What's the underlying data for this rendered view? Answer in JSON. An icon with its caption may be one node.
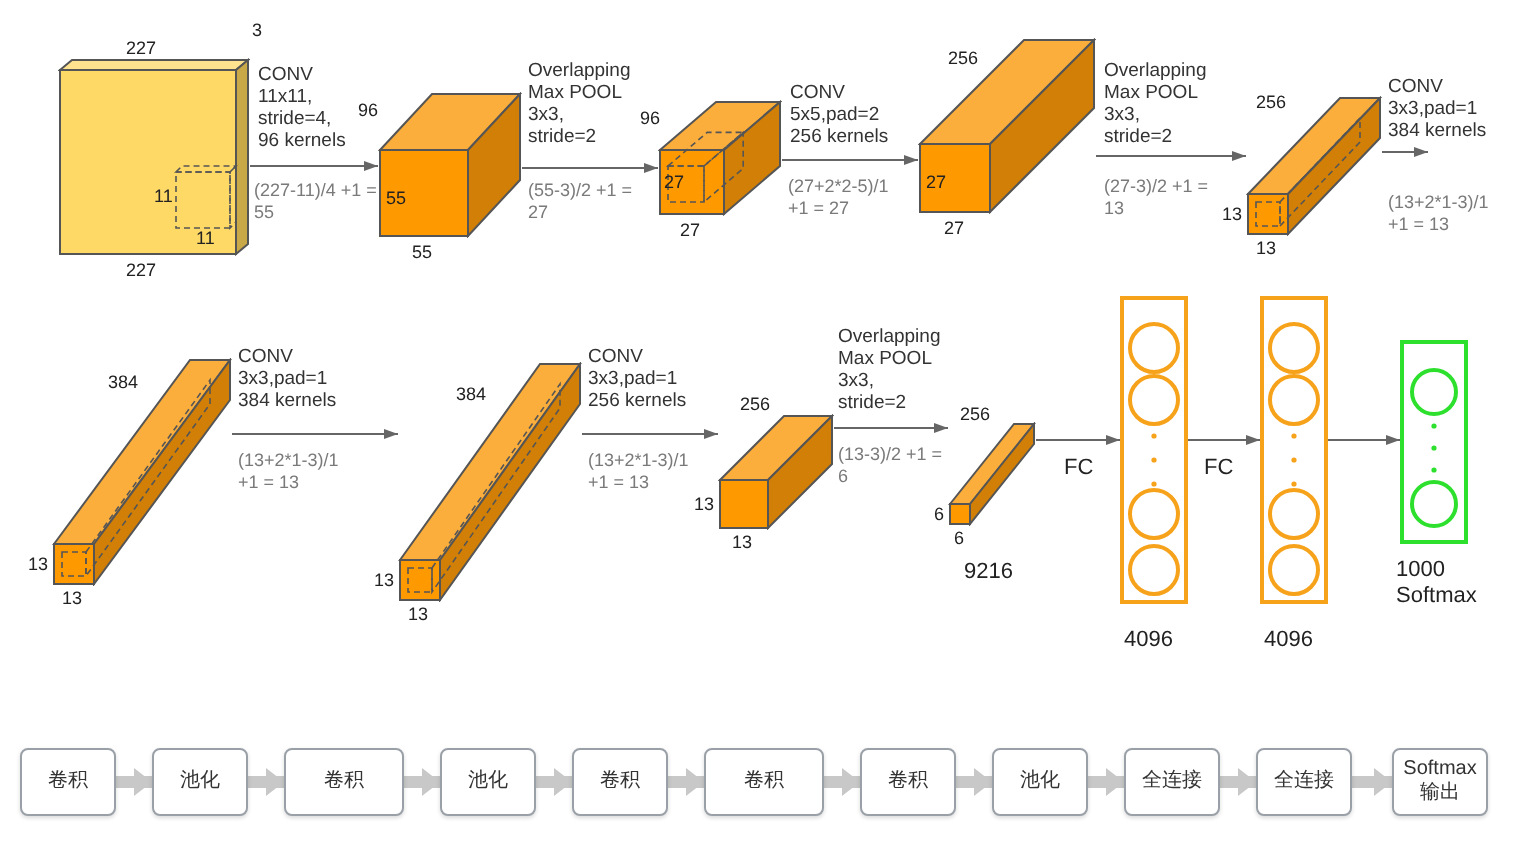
{
  "diagram": {
    "nodes": [
      {
        "text": [
          "11",
          "11"
        ],
        "beside": [
          "227",
          "3",
          "227"
        ]
      },
      {
        "text": [
          "55"
        ],
        "beside": [
          "96",
          "55"
        ]
      },
      {
        "text": [
          "27"
        ],
        "beside": [
          "96",
          "27"
        ]
      },
      {
        "text": [
          "27"
        ],
        "beside": [
          "256",
          "27"
        ]
      },
      {
        "text": [],
        "shape": "box",
        "beside": [
          "256",
          "13",
          "13"
        ]
      },
      {
        "text": [],
        "shape": "box",
        "beside": [
          "384",
          "13",
          "13"
        ]
      },
      {
        "text": [],
        "shape": "box",
        "beside": [
          "384",
          "13",
          "13"
        ]
      },
      {
        "text": [],
        "shape": "box",
        "beside": [
          "256",
          "13",
          "13"
        ]
      },
      {
        "text": [],
        "shape": "box",
        "beside": [
          "256",
          "6",
          "6",
          "9216"
        ]
      },
      {
        "text": [],
        "shape": "box",
        "beside": [
          "4096"
        ]
      },
      {
        "text": [],
        "shape": "box",
        "beside": [
          "4096"
        ]
      },
      {
        "text": [],
        "shape": "box",
        "beside": [
          "1000 Softmax"
        ]
      },
      {
        "text": [
          "卷积"
        ]
      },
      {
        "text": [
          "池化"
        ]
      },
      {
        "text": [
          "卷积"
        ]
      },
      {
        "text": [
          "池化"
        ]
      },
      {
        "text": [
          "卷积"
        ]
      },
      {
        "text": [
          "卷积"
        ]
      },
      {
        "text": [
          "卷积"
        ]
      },
      {
        "text": [
          "池化"
        ]
      },
      {
        "text": [
          "全连接"
        ]
      },
      {
        "text": [
          "全连接"
        ]
      },
      {
        "text": [
          "Softmax 输出"
        ]
      }
    ],
    "edges": [
      {
        "from": 0,
        "to": 1,
        "arrow": "to",
        "label": "CONV 11x11, stride=4, 96 kernels"
      },
      {
        "from": 1,
        "to": 2,
        "arrow": "to",
        "label": "Overlapping Max POOL 3x3, stride=2"
      },
      {
        "from": 2,
        "to": 3,
        "arrow": "to",
        "label": "CONV 5x5,pad=2 256 kernels"
      },
      {
        "from": 3,
        "to": 4,
        "arrow": "to",
        "label": "Overlapping Max POOL 3x3, stride=2"
      },
      {
        "from": 4,
        "to": null,
        "arrow": "to",
        "label": "CONV 3x3,pad=1 384 kernels"
      },
      {
        "from": 5,
        "to": 6,
        "arrow": "to",
        "label": "CONV 3x3,pad=1 384 kernels"
      },
      {
        "from": 6,
        "to": 7,
        "arrow": "to",
        "label": "CONV 3x3,pad=1 256 kernels"
      },
      {
        "from": 7,
        "to": 8,
        "arrow": "to",
        "label": "Overlapping Max POOL 3x3, stride=2"
      },
      {
        "from": 8,
        "to": 9,
        "arrow": "to",
        "label": "FC"
      },
      {
        "from": 9,
        "to": 10,
        "arrow": "to",
        "label": "FC"
      },
      {
        "from": 10,
        "to": 11,
        "arrow": "to"
      },
      {
        "from": 12,
        "to": 13,
        "arrow": "to",
        "style": "thick",
        "color": "#c8c8c8"
      },
      {
        "from": 13,
        "to": 14,
        "arrow": "to",
        "style": "thick",
        "color": "#c8c8c8"
      },
      {
        "from": 14,
        "to": 15,
        "arrow": "to",
        "style": "thick",
        "color": "#c8c8c8"
      },
      {
        "from": 15,
        "to": 16,
        "arrow": "to",
        "style": "thick",
        "color": "#c8c8c8"
      },
      {
        "from": 16,
        "to": 17,
        "arrow": "to",
        "style": "thick",
        "color": "#c8c8c8"
      },
      {
        "from": 17,
        "to": 18,
        "arrow": "to",
        "style": "thick",
        "color": "#c8c8c8"
      },
      {
        "from": 18,
        "to": 19,
        "arrow": "to",
        "style": "thick",
        "color": "#c8c8c8"
      },
      {
        "from": 19,
        "to": 20,
        "arrow": "to",
        "style": "thick",
        "color": "#c8c8c8"
      },
      {
        "from": 20,
        "to": 21,
        "arrow": "to",
        "style": "thick",
        "color": "#c8c8c8"
      },
      {
        "from": 21,
        "to": 22,
        "arrow": "to",
        "style": "thick",
        "color": "#c8c8c8"
      }
    ],
    "labels": [
      "(227-11)/4 +1 = 55",
      "(55-3)/2 +1 = 27",
      "(27+2*2-5)/1 +1 = 27",
      "(27-3)/2 +1 = 13",
      "(13+2*1-3)/1 +1 = 13",
      "(13+2*1-3)/1 +1 = 13",
      "(13+2*1-3)/1 +1 = 13",
      "(13-3)/2 +1 = 6"
    ]
  }
}
